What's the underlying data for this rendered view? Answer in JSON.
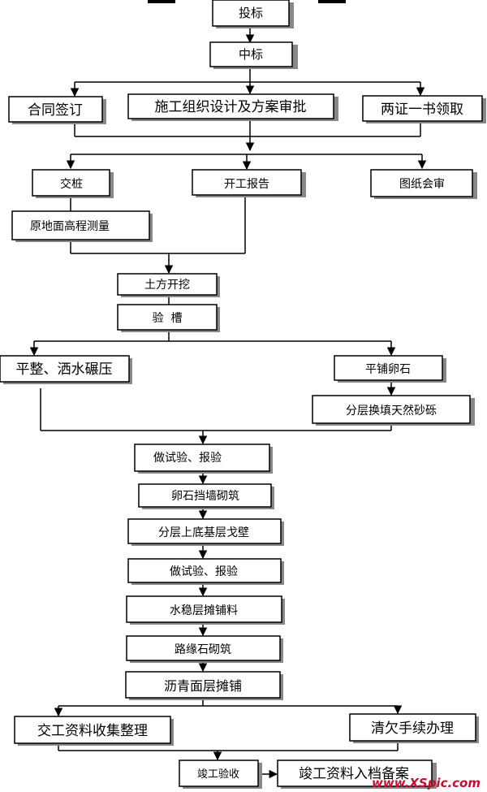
{
  "flowchart": {
    "nodes": [
      {
        "id": "tou_biao",
        "label": "投标"
      },
      {
        "id": "zhong_biao",
        "label": "中标"
      },
      {
        "id": "he_tong",
        "label": "合同签订"
      },
      {
        "id": "shi_gong_zu_zhi",
        "label": "施工组织设计及方案审批"
      },
      {
        "id": "liang_zheng",
        "label": "两证一书领取"
      },
      {
        "id": "jiao_zhuang",
        "label": "交桩"
      },
      {
        "id": "kai_gong",
        "label": "开工报告"
      },
      {
        "id": "tu_zhi",
        "label": "图纸会审"
      },
      {
        "id": "yuan_di_mian",
        "label": "原地面高程测量"
      },
      {
        "id": "tu_fang",
        "label": "土方开挖"
      },
      {
        "id": "yan_cao",
        "label": "验  槽"
      },
      {
        "id": "ping_zheng",
        "label": "平整、洒水碾压"
      },
      {
        "id": "ping_pu",
        "label": "平铺卵石"
      },
      {
        "id": "fen_ceng_huan_tian",
        "label": "分层换填天然砂砾"
      },
      {
        "id": "zuo_shi_yan_1",
        "label": "做试验、报验"
      },
      {
        "id": "luan_shi_dang_qiang",
        "label": "卵石挡墙砌筑"
      },
      {
        "id": "fen_ceng_shang_di",
        "label": "分层上底基层戈壁"
      },
      {
        "id": "zuo_shi_yan_2",
        "label": "做试验、报验"
      },
      {
        "id": "shui_wen",
        "label": "水稳层摊铺料"
      },
      {
        "id": "lu_yuan_shi",
        "label": "路缘石砌筑"
      },
      {
        "id": "li_qing",
        "label": "沥青面层摊铺"
      },
      {
        "id": "jiao_gong_zi_liao",
        "label": "交工资料收集整理"
      },
      {
        "id": "qing_qian",
        "label": "清欠手续办理"
      },
      {
        "id": "jun_gong_yan_shou",
        "label": "竣工验收"
      },
      {
        "id": "jun_gong_zi_liao",
        "label": "竣工资料入档备案"
      }
    ]
  },
  "watermark": {
    "text": "www.XSpic.com",
    "color": "#c8102e"
  },
  "colors": {
    "line": "#000000",
    "box_fill": "#ffffff",
    "shadow": "#888888"
  }
}
